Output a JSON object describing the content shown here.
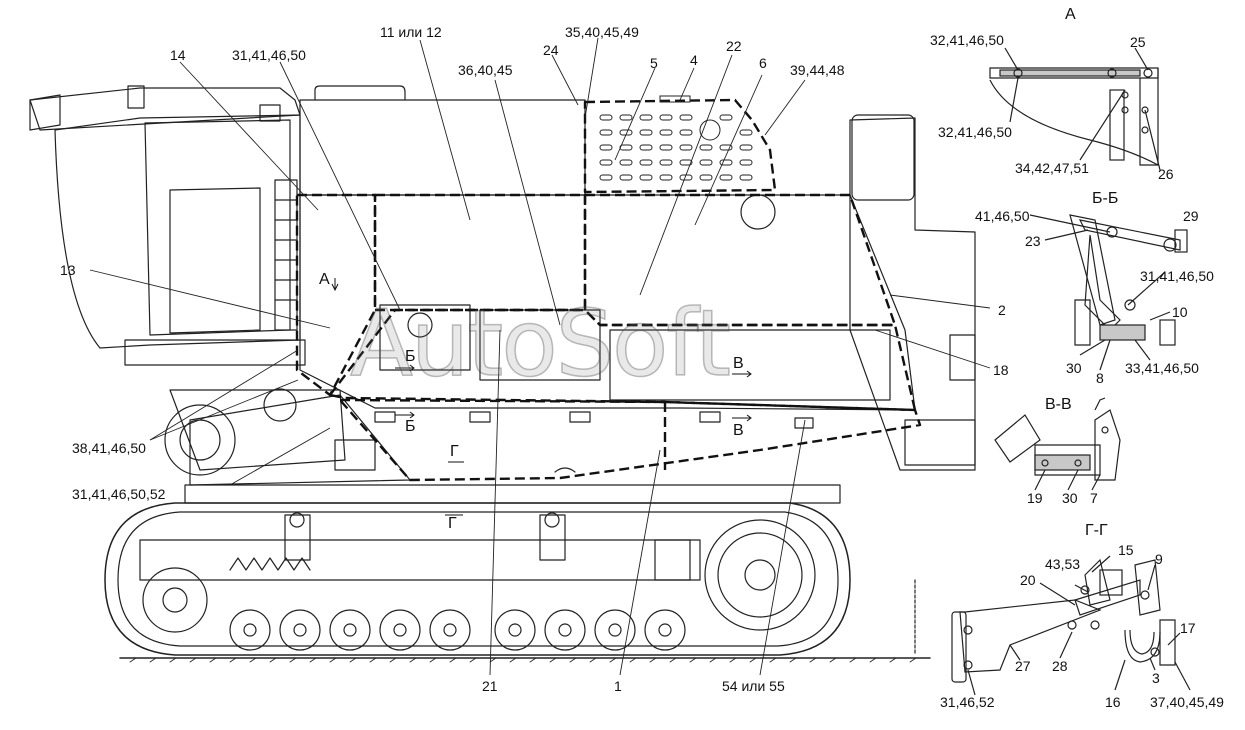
{
  "watermark": "AutoSoft",
  "colors": {
    "line": "#222222",
    "dash": "#111111",
    "fill": "#ffffff",
    "shade": "#c8c8c8"
  },
  "sections": {
    "a": "А",
    "bb": "Б-Б",
    "vv": "В-В",
    "gg": "Г-Г"
  },
  "view_marks": {
    "a": "А",
    "b1": "Б",
    "b2": "Б",
    "v1": "В",
    "v2": "В",
    "g1": "Г",
    "g2": "Г"
  },
  "callouts": {
    "c11or12": "11 или 12",
    "c35": "35,40,45,49",
    "c24": "24",
    "c22": "22",
    "c6": "6",
    "c14": "14",
    "c31top": "31,41,46,50",
    "c36": "36,40,45",
    "c5": "5",
    "c4": "4",
    "c39": "39,44,48",
    "c13": "13",
    "c2": "2",
    "c18": "18",
    "c38": "38,41,46,50",
    "c31b": "31,41,46,50,52",
    "c21": "21",
    "c1": "1",
    "c54": "54 или 55"
  },
  "detail_a": {
    "c32a": "32,41,46,50",
    "c25": "25",
    "c32b": "32,41,46,50",
    "c34": "34,42,47,51",
    "c26": "26"
  },
  "detail_bb": {
    "c41": "41,46,50",
    "c29": "29",
    "c23": "23",
    "c31": "31,41,46,50",
    "c10": "10",
    "c30": "30",
    "c8": "8",
    "c33": "33,41,46,50"
  },
  "detail_vv": {
    "c19": "19",
    "c30": "30",
    "c7": "7"
  },
  "detail_gg": {
    "c15": "15",
    "c43": "43,53",
    "c9": "9",
    "c20": "20",
    "c17": "17",
    "c27": "27",
    "c28": "28",
    "c3": "3",
    "c31": "31,46,52",
    "c16": "16",
    "c37": "37,40,45,49"
  }
}
